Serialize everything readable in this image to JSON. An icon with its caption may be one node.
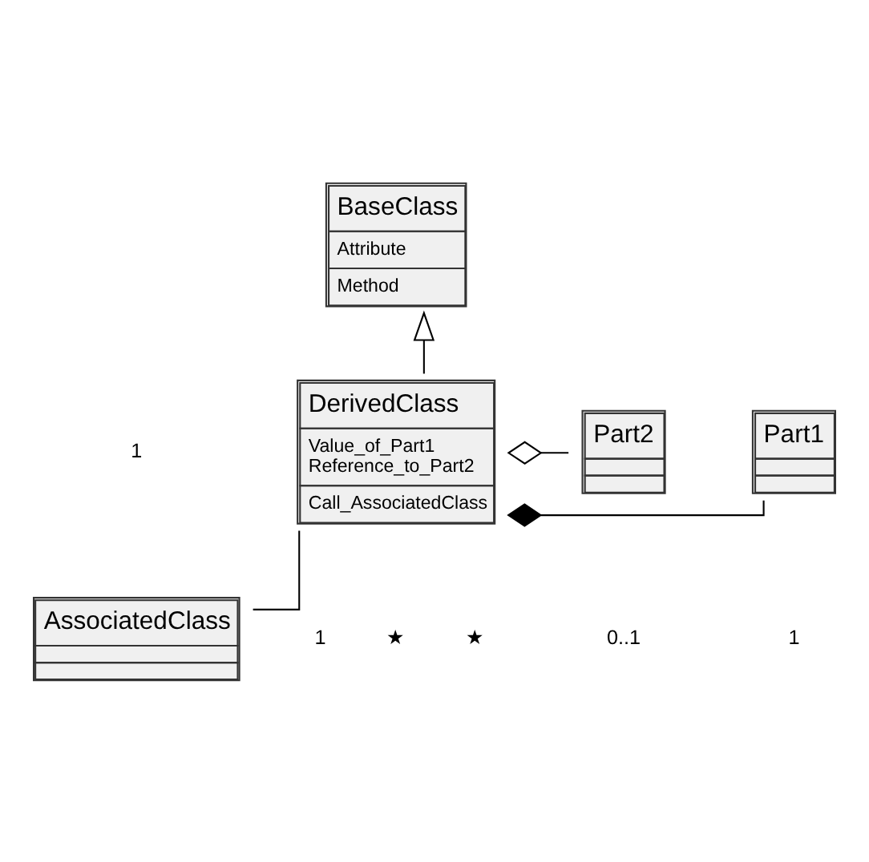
{
  "diagram": {
    "nodes": [
      {
        "text": [
          "BaseClass",
          "Attribute",
          "Method"
        ]
      },
      {
        "text": [
          "DerivedClass",
          "Value_of_Part1 Reference_to_Part2",
          "Call_AssociatedClass"
        ]
      },
      {
        "text": [
          "Part1"
        ]
      },
      {
        "text": [
          "Part2"
        ]
      },
      {
        "text": [
          "AssociatedClass"
        ]
      }
    ],
    "edges": [
      {
        "from": 1,
        "to": 0,
        "arrow": "to"
      },
      {
        "from": 1,
        "to": 2,
        "arrow": "other"
      },
      {
        "from": 1,
        "to": 3,
        "arrow": "other"
      },
      {
        "from": 1,
        "to": 4,
        "arrow": "none"
      }
    ],
    "labels": [
      "1",
      "1",
      "★",
      "0..1",
      "★",
      "1"
    ]
  }
}
